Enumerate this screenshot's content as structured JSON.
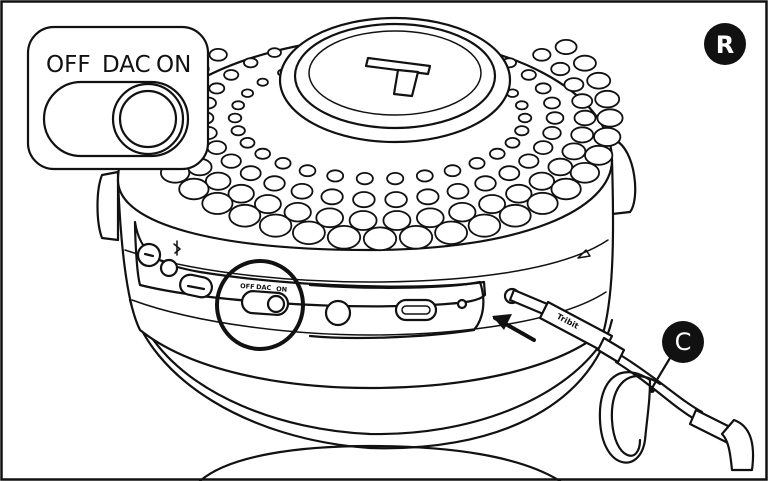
{
  "labels": {
    "panel_marker": "R",
    "cable_marker": "C",
    "switch_off": "OFF",
    "switch_dac": "DAC",
    "switch_on": "ON",
    "cable_brand": "Tribit"
  },
  "colors": {
    "line": "#111111",
    "background": "#ffffff",
    "badge": "#111111",
    "badge_text": "#ffffff"
  },
  "icons": {
    "arrow": "insert-arrow-icon",
    "bluetooth": "bluetooth-icon",
    "logo": "brand-logo-icon"
  }
}
